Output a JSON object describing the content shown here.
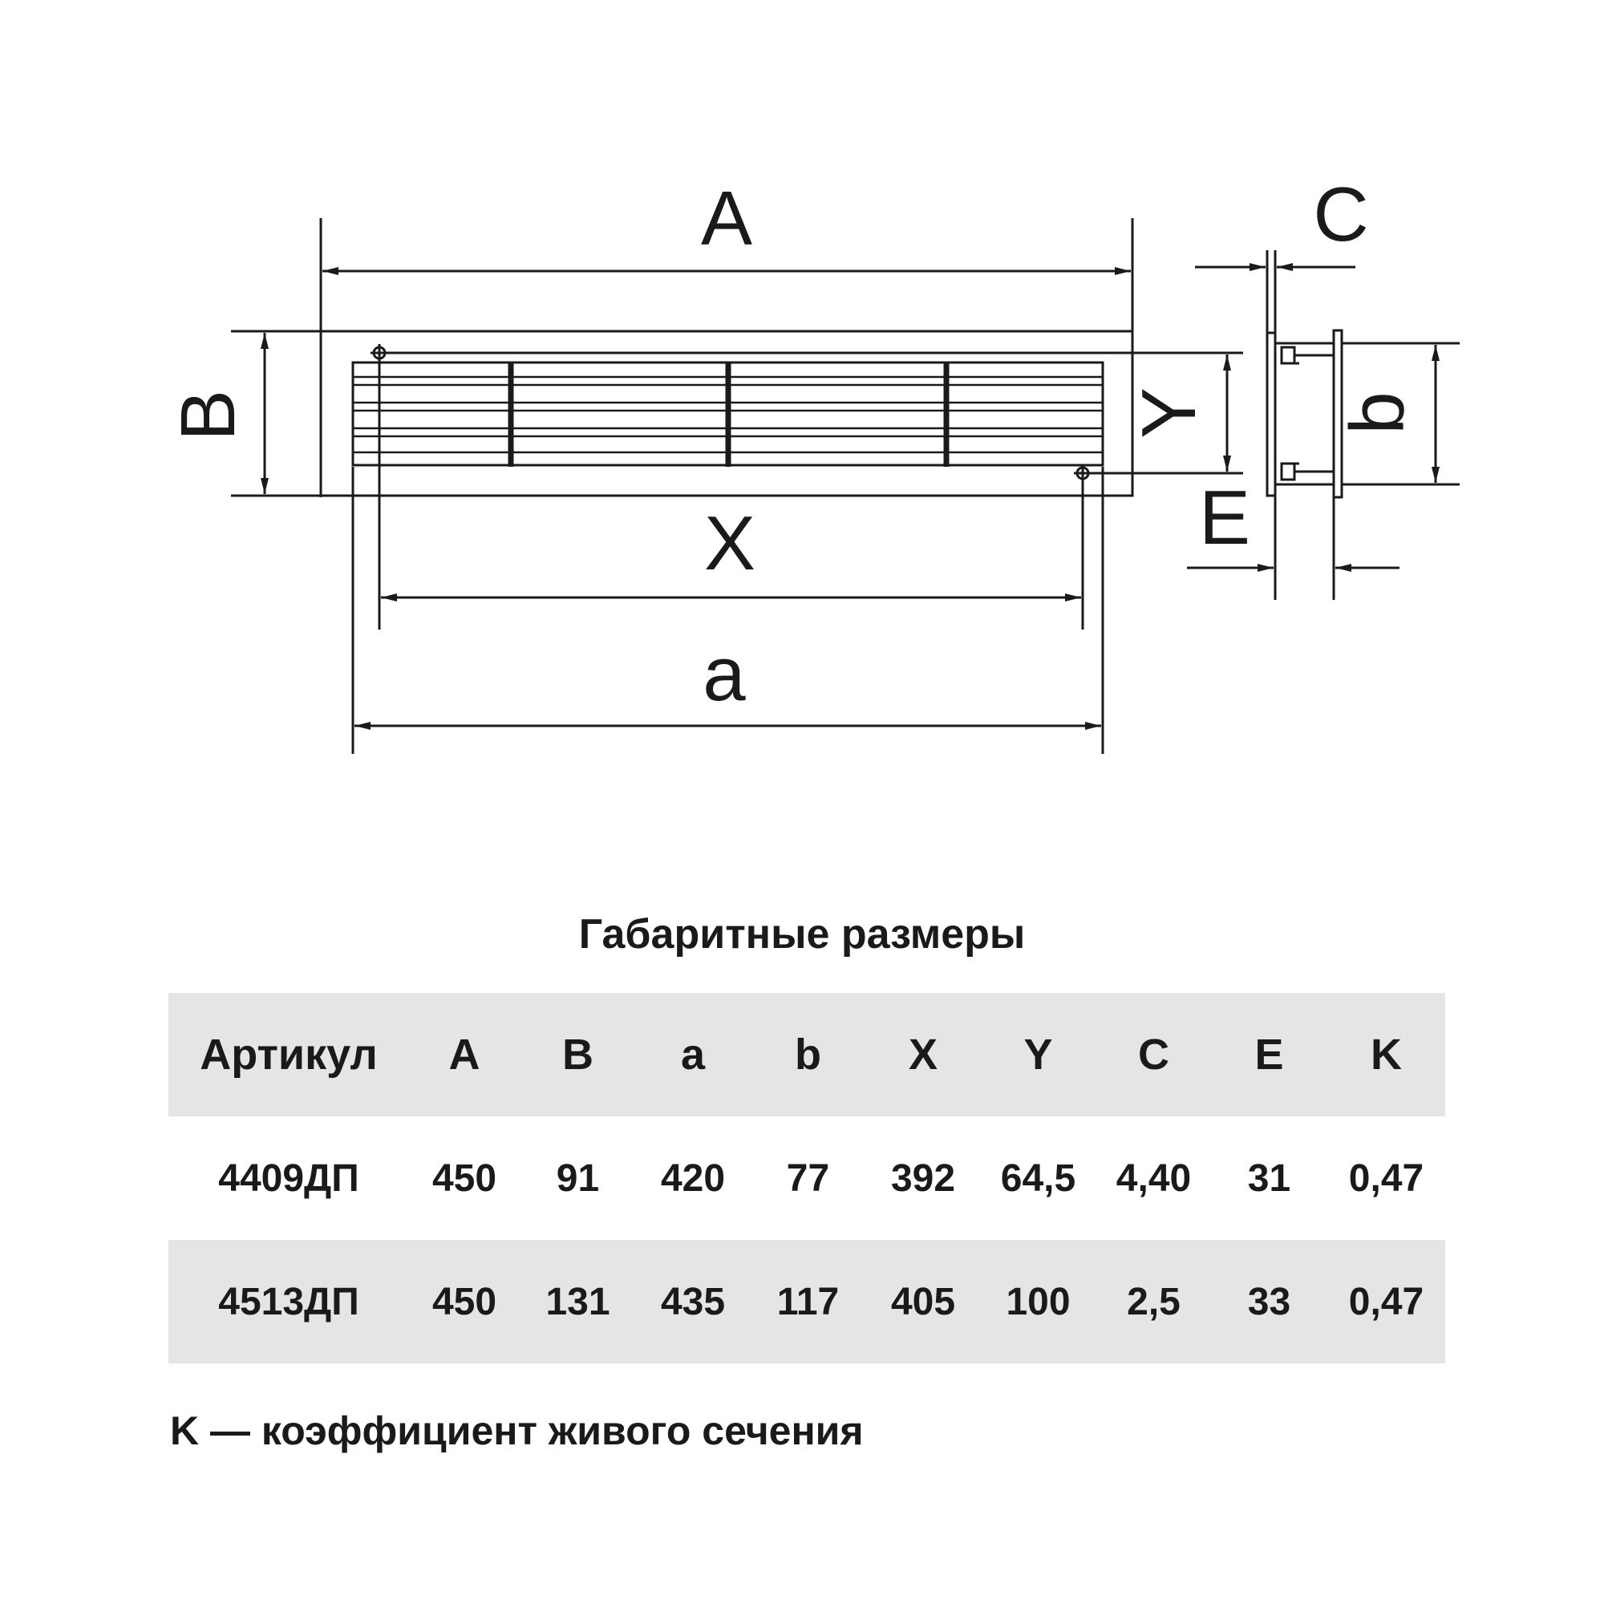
{
  "drawing": {
    "labels": {
      "A": "A",
      "B": "B",
      "C": "C",
      "Y": "Y",
      "b": "b",
      "E": "E",
      "X": "X",
      "a": "a"
    }
  },
  "table": {
    "title": "Габаритные размеры",
    "headers": [
      "Артикул",
      "A",
      "B",
      "a",
      "b",
      "X",
      "Y",
      "C",
      "E",
      "K"
    ],
    "rows": [
      [
        "4409ДП",
        "450",
        "91",
        "420",
        "77",
        "392",
        "64,5",
        "4,40",
        "31",
        "0,47"
      ],
      [
        "4513ДП",
        "450",
        "131",
        "435",
        "117",
        "405",
        "100",
        "2,5",
        "33",
        "0,47"
      ]
    ]
  },
  "footnote": "K — коэффициент живого сечения"
}
